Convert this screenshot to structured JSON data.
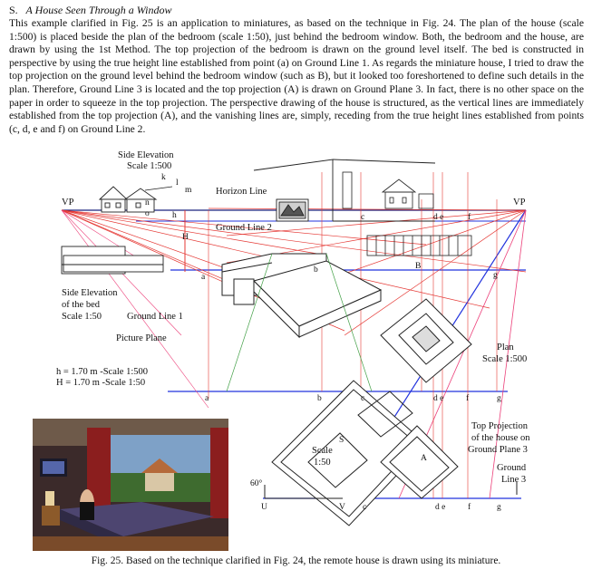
{
  "section": {
    "number": "S.",
    "title": "A House Seen Through a Window"
  },
  "paragraph": "This example clarified in Fig. 25 is an application to miniatures, as based on the technique in Fig. 24. The plan of the house (scale 1:500) is placed beside the plan of the bedroom (scale 1:50), just behind the bedroom window. Both, the bedroom and the house, are drawn by using the 1st Method. The top projection of the bedroom is drawn on the ground level itself. The bed is constructed in perspective by using the true height line established from point (a) on Ground Line 1. As regards the miniature house, I tried to draw the top projection on the ground level behind the bedroom window (such as B), but it looked too foreshortened to define such details in the plan. Therefore, Ground Line 3 is located and the top projection (A) is drawn on Ground Plane 3. In fact, there is no other space on the paper in order to squeeze in the top projection. The perspective drawing of the house is structured, as the vertical lines are immediately established from the top projection (A), and the vanishing lines are, simply, receding from the true height lines established from points (c, d, e and f) on Ground Line 2.",
  "figure": {
    "labels": {
      "side_elevation": "Side Elevation",
      "scale_1_500": "Scale 1:500",
      "vp_left": "VP",
      "vp_right": "VP",
      "horizon_line": "Horizon Line",
      "ground_line_2": "Ground Line 2",
      "side_elevation_bed_1": "Side Elevation",
      "side_elevation_bed_2": "of the bed",
      "side_elevation_bed_3": "Scale 1:50",
      "ground_line_1": "Ground Line 1",
      "picture_plane": "Picture Plane",
      "h_small": "h = 1.70 m  -Scale 1:500",
      "h_large": "H = 1.70 m  -Scale 1:50",
      "plan_1": "Plan",
      "plan_2": "Scale 1:500",
      "scale_1_50_a": "Scale",
      "scale_1_50_b": "1:50",
      "top_proj_1": "Top Projection",
      "top_proj_2": "of the house on",
      "top_proj_3": "Ground Plane 3",
      "ground_line_3_a": "Ground",
      "ground_line_3_b": "Line 3",
      "angle": "60°"
    },
    "letters": {
      "k": "k",
      "l": "l",
      "m": "m",
      "n": "n",
      "o": "o",
      "h": "h",
      "H": "H",
      "a": "a",
      "b": "b",
      "c": "c",
      "d": "d",
      "e": "e",
      "f": "f",
      "g": "g",
      "B": "B",
      "A": "A",
      "S": "S",
      "U": "U",
      "V": "V",
      "dl": "d  e",
      "dr": "d e"
    }
  },
  "caption": "Fig. 25. Based on the technique clarified in Fig. 24, the remote house is drawn using its miniature."
}
